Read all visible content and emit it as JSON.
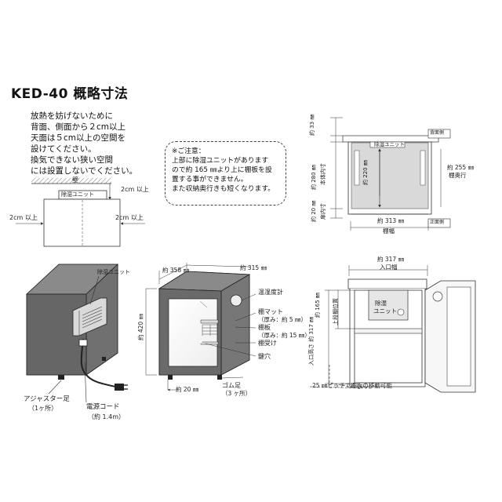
{
  "title": "KED-40 概略寸法",
  "heat_note": "放熱を妨げないために\n背面、側面から２cm以上\n天面は５cm以上の空間を\n設けてください。\n換気できない狭い空間\nには設置しないでください。",
  "caution": "※ご注意：\n上部に除湿ユニットがあります\nので約 165 ㎜より上に棚板を設\n置する事ができません。\nまた収納奥行きも短くなります。",
  "top_view": {
    "wall": "壁",
    "unit": "除湿ユニット",
    "top_gap": "2cm 以上",
    "left_gap": "2cm 以上",
    "right_gap": "2cm 以上"
  },
  "side_view": {
    "unit": "除湿ユニット",
    "top_h": "約 33 ㎜",
    "body_depth": "約 280 ㎜",
    "body_depth_label": "本体内寸",
    "inner_depth": "約 220 ㎜",
    "bottom_h": "約 20 ㎜",
    "bottom_label": "扉内寸",
    "shelf_depth": "約 255 ㎜",
    "shelf_depth_label": "棚奥行",
    "width": "約 313 ㎜",
    "width_label": "棚幅",
    "back_tag": "背面側",
    "front_tag": "正面側"
  },
  "back_view": {
    "unit": "除湿ユニット",
    "adjuster": "アジャスター足",
    "adjuster_count": "（1ヶ所）",
    "cord": "電源コード",
    "cord_len": "（約 1.4m）"
  },
  "iso_view": {
    "width": "約 358 ㎜",
    "depth": "約 315 ㎜",
    "height": "約 420 ㎜",
    "hygrometer": "温湿度計",
    "shelf_mat": "棚マット",
    "mat_thick": "（厚み：約 5 ㎜）",
    "shelf": "棚板",
    "shelf_thick": "（厚み：約 15 ㎜）",
    "shelf_support": "棚受け",
    "keyhole": "鍵穴",
    "foot_h": "約 20 ㎜",
    "rubber_foot": "ゴム足",
    "foot_count": "（3 ヶ所）"
  },
  "front_view": {
    "width": "約 317 ㎜",
    "width_label": "入口幅",
    "unit_line1": "除湿",
    "unit_line2": "ユニット",
    "upper_h": "約 165 ㎜",
    "upper_label": "上段棚位置",
    "open_h": "入口高さ 約 317 ㎜",
    "pitch": "25 ㎜ピッチで棚板の移動可能"
  }
}
